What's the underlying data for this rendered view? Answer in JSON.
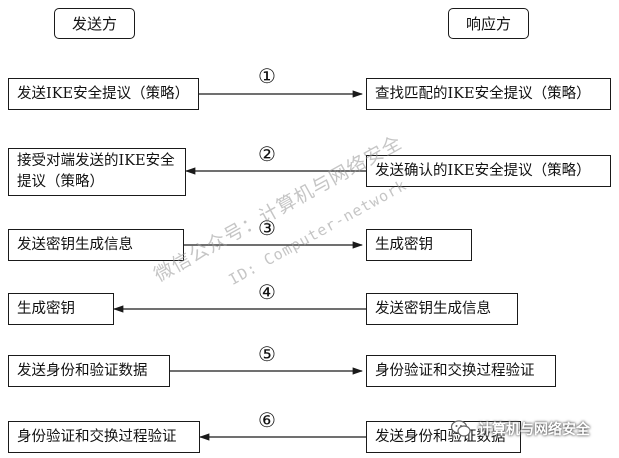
{
  "headers": {
    "sender": "发送方",
    "responder": "响应方"
  },
  "steps": [
    {
      "num": "①",
      "left": "发送IKE安全提议（策略）",
      "right": "查找匹配的IKE安全提议（策略）"
    },
    {
      "num": "②",
      "left": "接受对端发送的IKE安全提议（策略）",
      "right": "发送确认的IKE安全提议（策略）"
    },
    {
      "num": "③",
      "left": "发送密钥生成信息",
      "right": "生成密钥"
    },
    {
      "num": "④",
      "left": "生成密钥",
      "right": "发送密钥生成信息"
    },
    {
      "num": "⑤",
      "left": "发送身份和验证数据",
      "right": "身份验证和交换过程验证"
    },
    {
      "num": "⑥",
      "left": "身份验证和交换过程验证",
      "right": "发送身份和验证数据"
    }
  ],
  "watermark": {
    "line1": "微信公众号：计算机与网络安全",
    "line2": "ID: Computer-network"
  },
  "logo": {
    "text": "计算机与网络安全"
  }
}
